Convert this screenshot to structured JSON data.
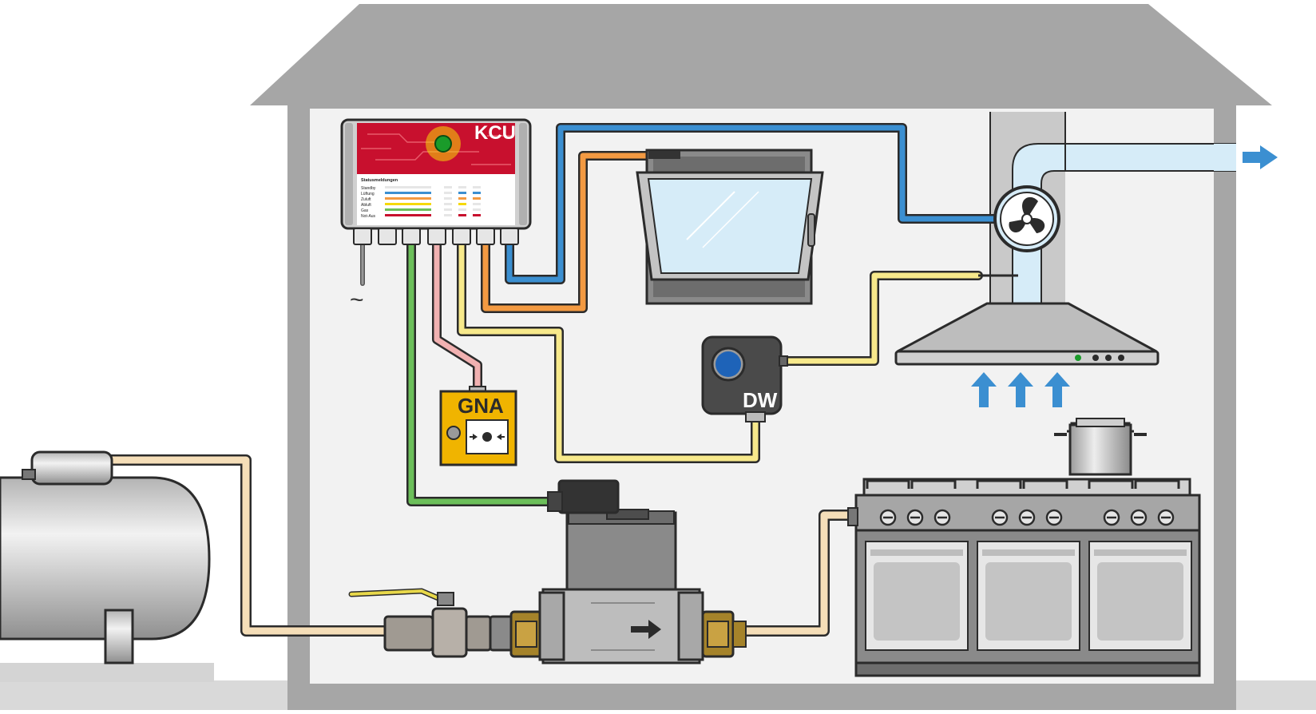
{
  "labels": {
    "kcu": "KCU",
    "gna": "GNA",
    "dw": "DW",
    "mains_symbol": "~"
  },
  "status_panel": {
    "title": "Statusmeldungen",
    "rows": [
      "Standby",
      "Lüftung",
      "Zuluft",
      "Abluft",
      "Gas",
      "Not-Aus"
    ]
  },
  "colors": {
    "house_wall": "#a6a6a6",
    "interior": "#f2f2f2",
    "ground": "#d9d9d9",
    "kcu_red": "#c8102e",
    "led_green": "#1a9b2a",
    "led_glow": "#f5d90a",
    "cable_blue": "#3b8fd1",
    "cable_orange": "#f39a42",
    "cable_yellow": "#f7e98b",
    "cable_green": "#6cbf5a",
    "cable_pink": "#f1b1b1",
    "gas_pipe": "#f5deb8",
    "gna_box": "#f0b400",
    "dw_body": "#4a4a4a",
    "dw_button": "#1e63b8",
    "air_arrow": "#3b8fd1",
    "duct": "#d6ecf8"
  },
  "icons": [
    "fan-icon",
    "air-flow-arrow-icon",
    "emergency-button-icon",
    "flow-direction-arrow-icon"
  ]
}
